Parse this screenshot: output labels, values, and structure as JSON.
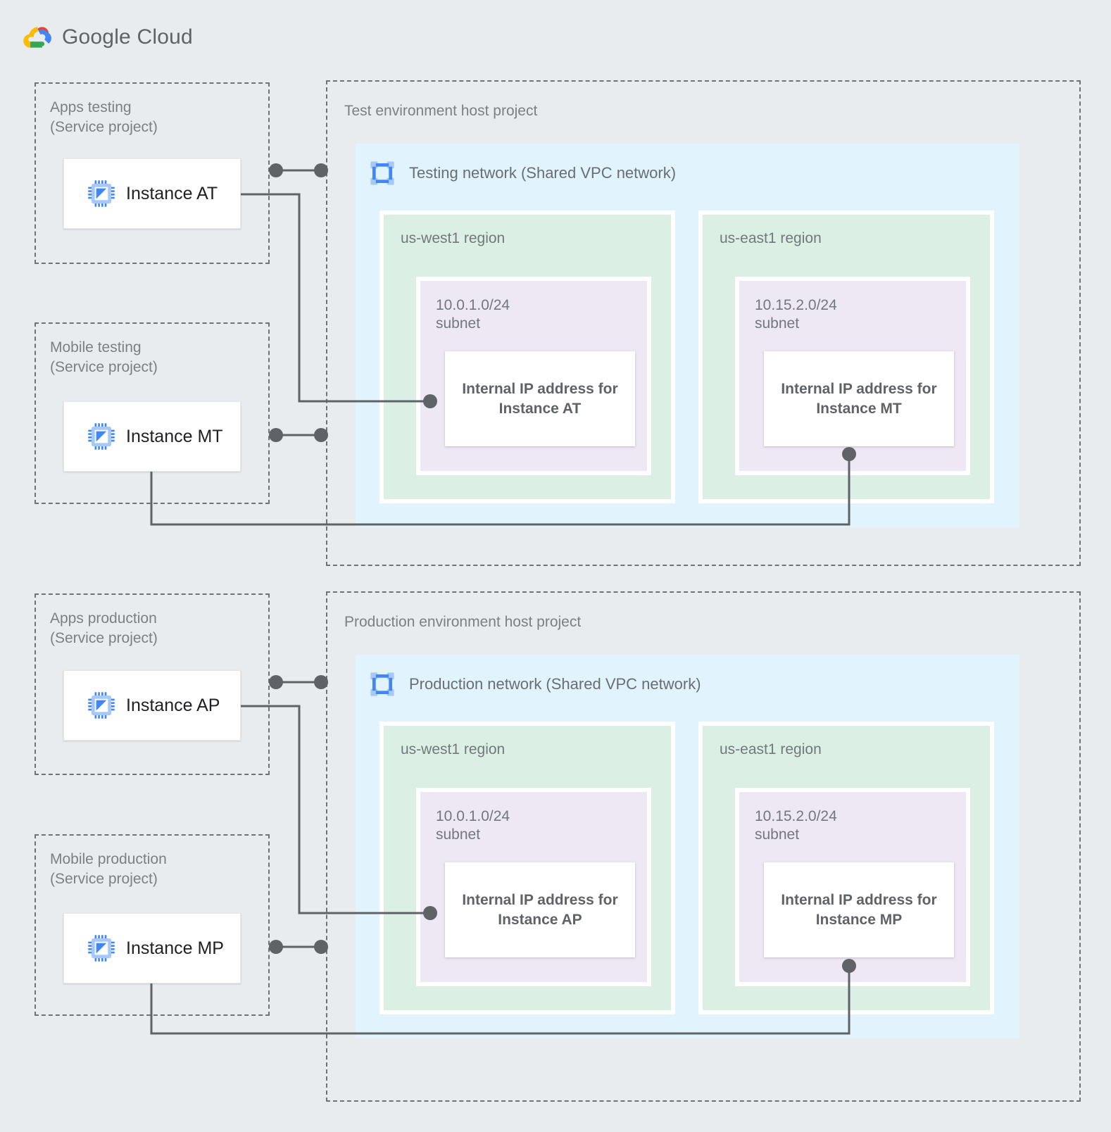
{
  "brand": {
    "google": "Google",
    "cloud": "Cloud",
    "logo_icon": "google-cloud-logo"
  },
  "colors": {
    "page_background": "#e8ecee",
    "network_fill": "#e1f3fc",
    "region_fill": "#dcefe4",
    "subnet_fill": "#eee7f4",
    "ipbox_fill": "#ffffff",
    "dashed_border": "#6d7378",
    "wire": "#5f6368",
    "label_text": "#73787c",
    "instance_text": "#202124",
    "icon_blue": "#4285f4",
    "icon_blue_light": "#a6c8fb",
    "logo_red": "#ea4335",
    "logo_yellow": "#fbbc04",
    "logo_green": "#34a853",
    "logo_blue": "#4285f4"
  },
  "environments": [
    {
      "id": "test",
      "host_project_label": "Test environment host project",
      "network": {
        "title": "Testing network (Shared VPC network)",
        "icon": "vpc-network-icon"
      },
      "service_projects": [
        {
          "id": "apps-testing",
          "label": "Apps testing\n(Service project)",
          "instance": {
            "name": "Instance AT",
            "icon": "compute-instance-icon"
          }
        },
        {
          "id": "mobile-testing",
          "label": "Mobile testing\n(Service project)",
          "instance": {
            "name": "Instance MT",
            "icon": "compute-instance-icon"
          }
        }
      ],
      "regions": [
        {
          "id": "test-us-west1",
          "label": "us-west1 region",
          "subnet": {
            "label": "10.0.1.0/24\nsubnet",
            "ip_box": "Internal IP address for\nInstance AT"
          }
        },
        {
          "id": "test-us-east1",
          "label": "us-east1 region",
          "subnet": {
            "label": "10.15.2.0/24\nsubnet",
            "ip_box": "Internal IP address for\nInstance MT"
          }
        }
      ]
    },
    {
      "id": "production",
      "host_project_label": "Production environment host project",
      "network": {
        "title": "Production network (Shared VPC network)",
        "icon": "vpc-network-icon"
      },
      "service_projects": [
        {
          "id": "apps-production",
          "label": "Apps production\n(Service project)",
          "instance": {
            "name": "Instance AP",
            "icon": "compute-instance-icon"
          }
        },
        {
          "id": "mobile-production",
          "label": "Mobile production\n(Service project)",
          "instance": {
            "name": "Instance MP",
            "icon": "compute-instance-icon"
          }
        }
      ],
      "regions": [
        {
          "id": "prod-us-west1",
          "label": "us-west1 region",
          "subnet": {
            "label": "10.0.1.0/24\nsubnet",
            "ip_box": "Internal IP address for\nInstance AP"
          }
        },
        {
          "id": "prod-us-east1",
          "label": "us-east1 region",
          "subnet": {
            "label": "10.15.2.0/24\nsubnet",
            "ip_box": "Internal IP address for\nInstance MP"
          }
        }
      ]
    }
  ]
}
